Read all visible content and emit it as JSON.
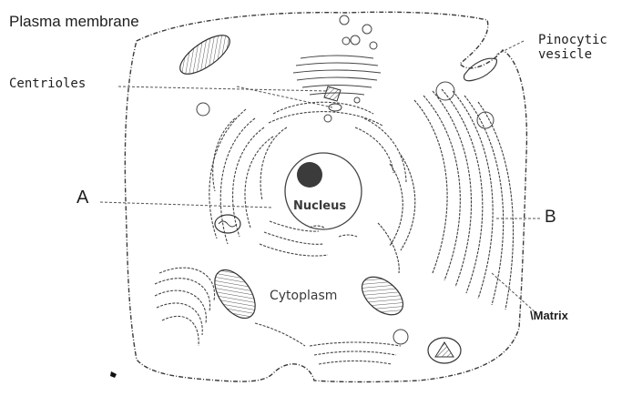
{
  "labels": {
    "plasma_membrane": "Plasma membrane",
    "pinocytic_vesicle_1": "Pinocytic",
    "pinocytic_vesicle_2": "vesicle",
    "centrioles": "Centrioles",
    "a": "A",
    "b": "B",
    "nucleus": "Nucleus",
    "cytoplasm": "Cytoplasm",
    "matrix": "\\Matrix"
  }
}
